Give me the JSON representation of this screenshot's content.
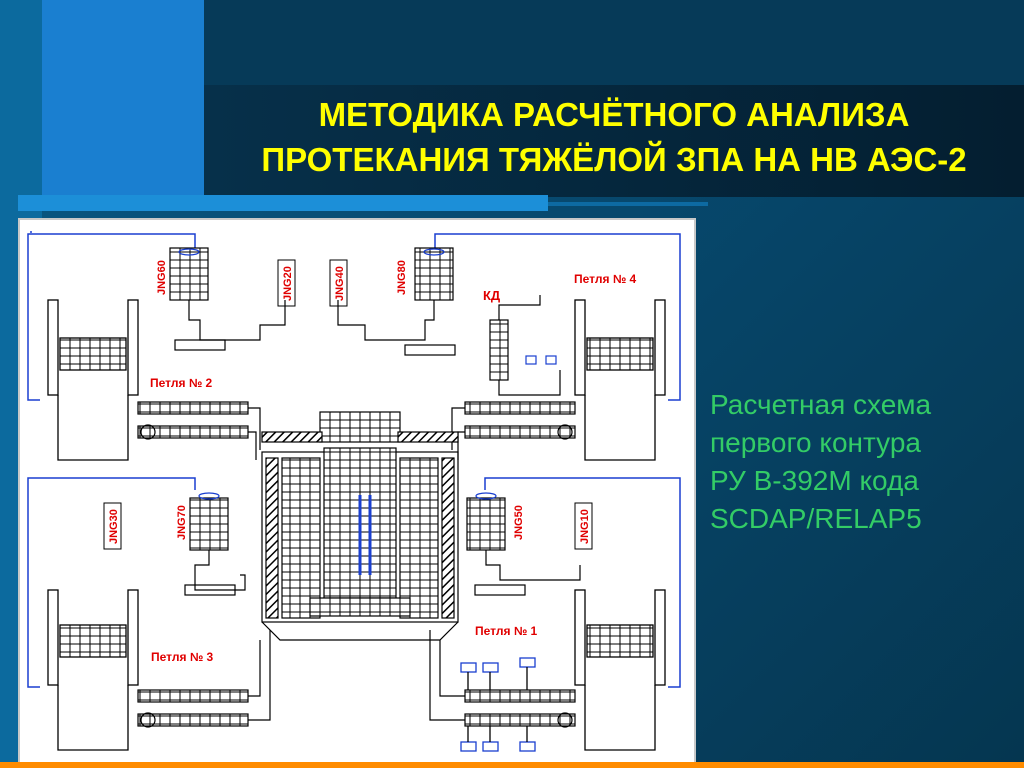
{
  "title": {
    "line1": "МЕТОДИКА РАСЧЁТНОГО АНАЛИЗА",
    "line2": "ПРОТЕКАНИЯ ТЯЖЁЛОЙ ЗПА НА НВ АЭС-2"
  },
  "caption": {
    "line1": "Расчетная схема",
    "line2": "первого контура",
    "line3": "РУ В-392М кода",
    "line4": "SCDAP/RELAP5"
  },
  "diagram": {
    "loops": {
      "loop1": "Петля № 1",
      "loop2": "Петля № 2",
      "loop3": "Петля № 3",
      "loop4": "Петля № 4"
    },
    "pressurizer": "КД",
    "junctions": {
      "jng10": "JNG10",
      "jng20": "JNG20",
      "jng30": "JNG30",
      "jng40": "JNG40",
      "jng50": "JNG50",
      "jng60": "JNG60",
      "jng70": "JNG70",
      "jng80": "JNG80"
    }
  },
  "colors": {
    "title": "#ffff00",
    "caption": "#33cc66",
    "accent_blue": "#1a7fd0",
    "line_blue": "#1a3fd0",
    "label_red": "#e00000",
    "bottom_stripe": "#ff8c00"
  }
}
